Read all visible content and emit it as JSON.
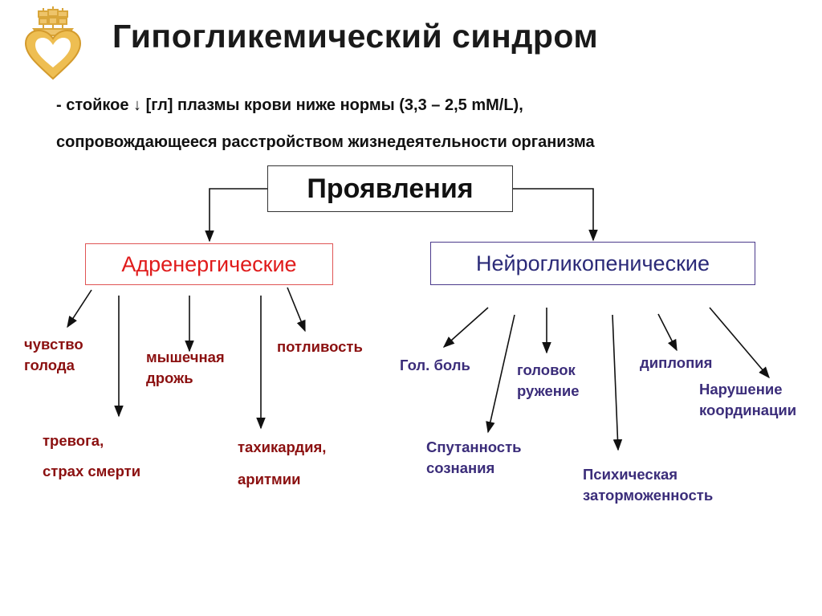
{
  "title": "Гипогликемический  синдром",
  "definition": {
    "line1": "- стойкое ↓ [гл] плазмы крови ниже нормы (3,3 – 2,5 mM/L),",
    "line2": "сопровождающееся расстройством жизнедеятельности организма"
  },
  "root": {
    "label": "Проявления"
  },
  "branches": {
    "adrenergic": {
      "label": "Адренергические",
      "color": "#e01b1b",
      "items": {
        "hunger": [
          "чувство",
          "голода"
        ],
        "tremor": [
          "мышечная",
          "дрожь"
        ],
        "sweating": [
          "потливость"
        ],
        "anxiety": [
          "тревога,",
          "страх смерти"
        ],
        "tachycardia": [
          "тахикардия,",
          "аритмии"
        ]
      }
    },
    "neuroglycopenic": {
      "label": "Нейрогликопенические",
      "color": "#2b2a78",
      "items": {
        "headache": [
          "Гол. боль"
        ],
        "dizziness": [
          "головок",
          "ружение"
        ],
        "diplopia": [
          "диплопия"
        ],
        "coordination": [
          "Нарушение",
          "координации"
        ],
        "confusion": [
          "Спутанность",
          "сознания"
        ],
        "retardation": [
          "Психическая",
          "заторможенность"
        ]
      }
    }
  },
  "colors": {
    "adrenergic_text": "#8b1010",
    "neuro_text": "#3b2d7a",
    "logo": "#e8b84a"
  }
}
